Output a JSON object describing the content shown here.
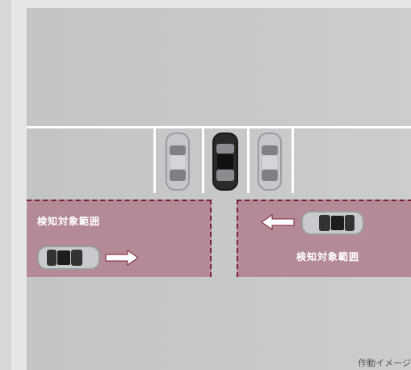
{
  "diagram": {
    "left_zone_label": "検知対象範囲",
    "right_zone_label": "検知対象範囲",
    "caption": "作動イメージ"
  },
  "colors": {
    "road": "#c5c6c8",
    "zone_fill": "#b48a96",
    "zone_border": "#7a1f33",
    "line_white": "#ffffff"
  },
  "icons": [
    "parked-car-icon",
    "own-car-icon",
    "approaching-car-icon",
    "arrow-right-icon",
    "arrow-left-icon"
  ]
}
